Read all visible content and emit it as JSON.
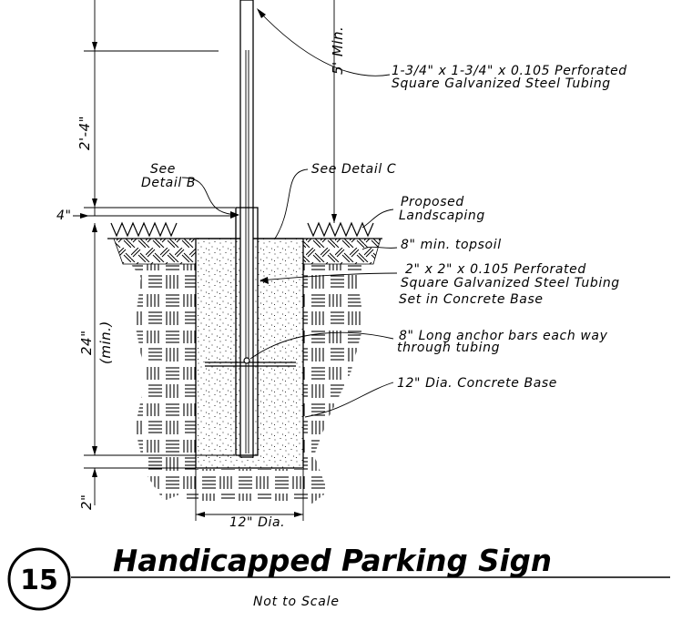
{
  "drawing": {
    "labels": {
      "top_tubing_line1": "1-3/4\" x 1-3/4\" x 0.105 Perforated",
      "top_tubing_line2": "Square Galvanized Steel Tubing",
      "five_min": "5' Min.",
      "dim_2_4": "2'-4\"",
      "see_b_line1": "See",
      "see_b_line2": "Detail B",
      "see_c": "See Detail C",
      "landscaping_line1": "Proposed",
      "landscaping_line2": "Landscaping",
      "dim_4in": "4\"",
      "topsoil": "8\" min. topsoil",
      "base_tubing_line1": "2\" x 2\" x 0.105 Perforated",
      "base_tubing_line2": "Square Galvanized Steel Tubing",
      "base_tubing_line3": "Set in Concrete Base",
      "anchor_line1": "8\" Long anchor bars each way",
      "anchor_line2": "through tubing",
      "concrete_base": "12\" Dia. Concrete Base",
      "dim_24": "24\"",
      "dim_min": "(min.)",
      "dim_2in": "2\"",
      "dim_12dia": "12\" Dia."
    }
  },
  "title_block": {
    "detail_number": "15",
    "title": "Handicapped Parking Sign",
    "scale_note": "Not to Scale"
  }
}
